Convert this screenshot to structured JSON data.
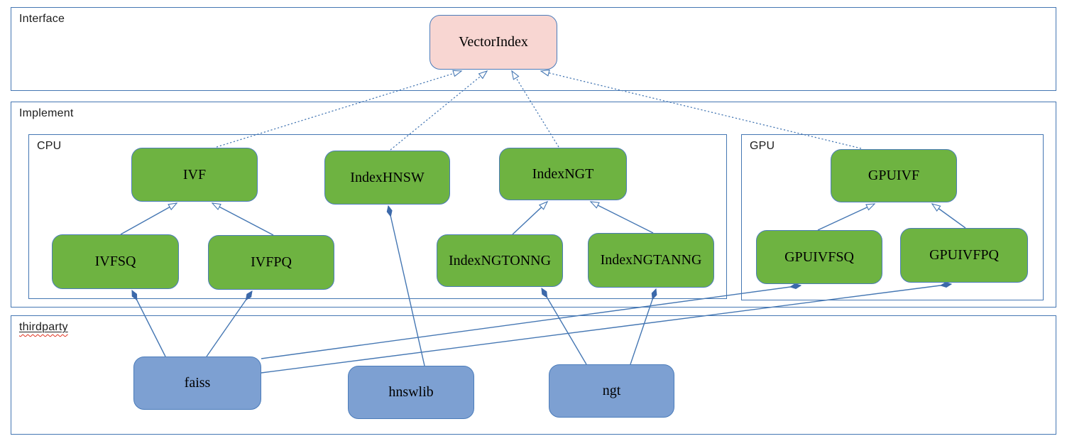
{
  "containers": {
    "interface": "Interface",
    "implement": "Implement",
    "cpu": "CPU",
    "gpu": "GPU",
    "thirdparty": "thirdparty"
  },
  "nodes": {
    "vectorindex": "VectorIndex",
    "ivf": "IVF",
    "indexhnsw": "IndexHNSW",
    "indexngt": "IndexNGT",
    "gpuivf": "GPUIVF",
    "ivfsq": "IVFSQ",
    "ivfpq": "IVFPQ",
    "indexngtonng": "IndexNGTONNG",
    "indexngtanng": "IndexNGTANNG",
    "gpuivfsq": "GPUIVFSQ",
    "gpuivfpq": "GPUIVFPQ",
    "faiss": "faiss",
    "hnswlib": "hnswlib",
    "ngt": "ngt"
  },
  "edges": [
    {
      "from": "IVF",
      "to": "VectorIndex",
      "type": "realization"
    },
    {
      "from": "IndexHNSW",
      "to": "VectorIndex",
      "type": "realization"
    },
    {
      "from": "IndexNGT",
      "to": "VectorIndex",
      "type": "realization"
    },
    {
      "from": "GPUIVF",
      "to": "VectorIndex",
      "type": "realization"
    },
    {
      "from": "IVFSQ",
      "to": "IVF",
      "type": "generalization"
    },
    {
      "from": "IVFPQ",
      "to": "IVF",
      "type": "generalization"
    },
    {
      "from": "IndexNGTONNG",
      "to": "IndexNGT",
      "type": "generalization"
    },
    {
      "from": "IndexNGTANNG",
      "to": "IndexNGT",
      "type": "generalization"
    },
    {
      "from": "GPUIVFSQ",
      "to": "GPUIVF",
      "type": "generalization"
    },
    {
      "from": "GPUIVFPQ",
      "to": "GPUIVF",
      "type": "generalization"
    },
    {
      "from": "faiss",
      "to": "IVFSQ",
      "type": "composition"
    },
    {
      "from": "faiss",
      "to": "IVFPQ",
      "type": "composition"
    },
    {
      "from": "faiss",
      "to": "GPUIVFSQ",
      "type": "composition"
    },
    {
      "from": "faiss",
      "to": "GPUIVFPQ",
      "type": "composition"
    },
    {
      "from": "hnswlib",
      "to": "IndexHNSW",
      "type": "composition"
    },
    {
      "from": "ngt",
      "to": "IndexNGTONNG",
      "type": "composition"
    },
    {
      "from": "ngt",
      "to": "IndexNGTANNG",
      "type": "composition"
    }
  ],
  "colors": {
    "container_border": "#4577b3",
    "connector": "#4577b3",
    "node_green": "#6eb341",
    "node_pink": "#f8d6d2",
    "node_blue": "#7da0d2",
    "diamond_fill": "#3c69aa",
    "spellcheck_red": "#e0321e",
    "text": "#000000"
  }
}
